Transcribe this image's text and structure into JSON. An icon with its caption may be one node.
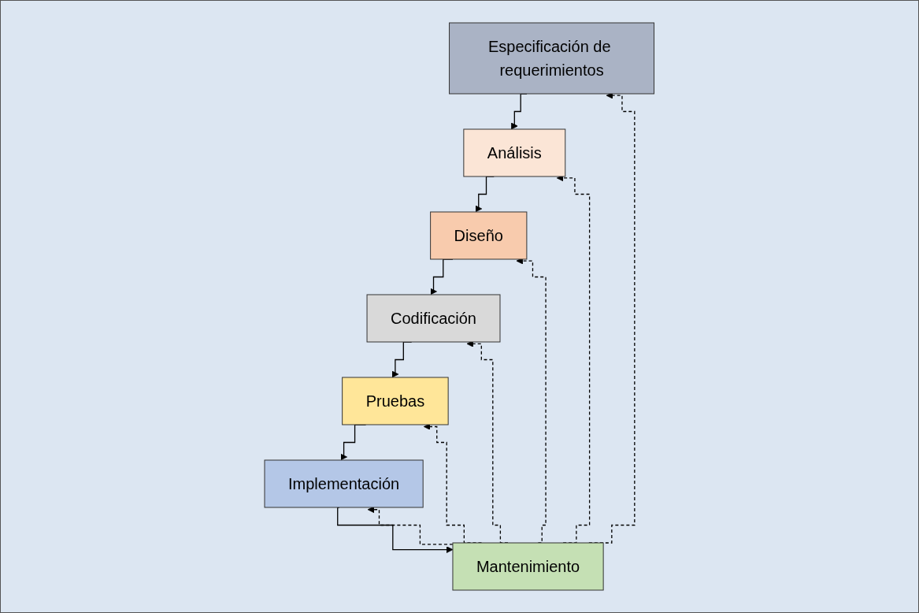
{
  "diagram": {
    "nodes": [
      {
        "text": [
          "Especificación de requerimientos"
        ]
      },
      {
        "text": [
          "Análisis"
        ]
      },
      {
        "text": [
          "Diseño"
        ]
      },
      {
        "text": [
          "Codificación"
        ]
      },
      {
        "text": [
          "Pruebas"
        ]
      },
      {
        "text": [
          "Implementación"
        ]
      },
      {
        "text": [
          "Mantenimiento"
        ]
      }
    ],
    "edges": [
      {
        "from": 0,
        "to": 1,
        "arrow": "to"
      },
      {
        "from": 1,
        "to": 2,
        "arrow": "to"
      },
      {
        "from": 2,
        "to": 3,
        "arrow": "to"
      },
      {
        "from": 3,
        "to": 4,
        "arrow": "to"
      },
      {
        "from": 4,
        "to": 5,
        "arrow": "to"
      },
      {
        "from": 5,
        "to": 6,
        "arrow": "to"
      },
      {
        "from": 6,
        "to": 0,
        "arrow": "to",
        "style": "dashed"
      },
      {
        "from": 6,
        "to": 1,
        "arrow": "to",
        "style": "dashed"
      },
      {
        "from": 6,
        "to": 2,
        "arrow": "to",
        "style": "dashed"
      },
      {
        "from": 6,
        "to": 3,
        "arrow": "to",
        "style": "dashed"
      },
      {
        "from": 6,
        "to": 4,
        "arrow": "to",
        "style": "dashed"
      },
      {
        "from": 6,
        "to": 5,
        "arrow": "to",
        "style": "dashed"
      }
    ]
  }
}
